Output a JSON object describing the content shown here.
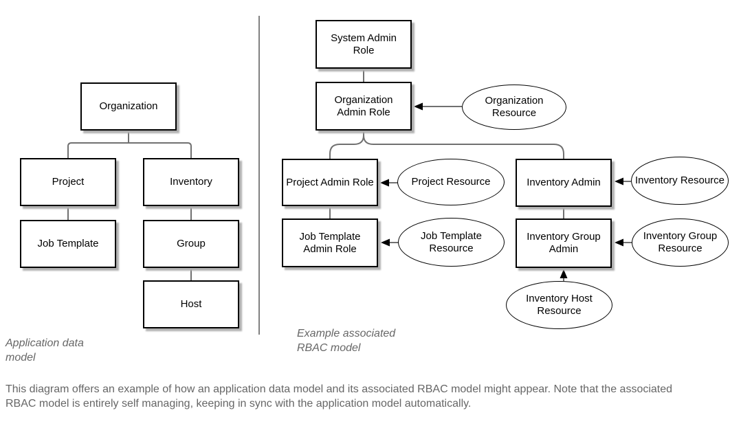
{
  "colors": {
    "box_border": "#000000",
    "box_fill": "#ffffff",
    "box_shadow": "#b0b0b0",
    "connector": "#707070",
    "arrowhead": "#000000",
    "divider": "#808080",
    "caption_text": "#666666",
    "body_text": "#666666",
    "label_text": "#000000"
  },
  "left_diagram": {
    "caption": "Application data\nmodel",
    "nodes": [
      {
        "id": "organization",
        "label": "Organization"
      },
      {
        "id": "project",
        "label": "Project"
      },
      {
        "id": "inventory",
        "label": "Inventory"
      },
      {
        "id": "job-template",
        "label": "Job Template"
      },
      {
        "id": "group",
        "label": "Group"
      },
      {
        "id": "host",
        "label": "Host"
      }
    ]
  },
  "right_diagram": {
    "caption": "Example associated\nRBAC model",
    "role_nodes": [
      {
        "id": "system-admin-role",
        "label": "System Admin\nRole"
      },
      {
        "id": "organization-admin-role",
        "label": "Organization\nAdmin Role"
      },
      {
        "id": "project-admin-role",
        "label": "Project Admin Role"
      },
      {
        "id": "job-template-admin-role",
        "label": "Job Template\nAdmin Role"
      },
      {
        "id": "inventory-admin",
        "label": "Inventory Admin"
      },
      {
        "id": "inventory-group-admin",
        "label": "Inventory Group\nAdmin"
      }
    ],
    "resource_nodes": [
      {
        "id": "organization-resource",
        "label": "Organization\nResource"
      },
      {
        "id": "project-resource",
        "label": "Project Resource"
      },
      {
        "id": "job-template-resource",
        "label": "Job Template\nResource"
      },
      {
        "id": "inventory-resource",
        "label": "Inventory Resource"
      },
      {
        "id": "inventory-group-resource",
        "label": "Inventory Group\nResource"
      },
      {
        "id": "inventory-host-resource",
        "label": "Inventory Host\nResource"
      }
    ]
  },
  "footer": {
    "text": "This diagram offers an example of how an application data model and its associated RBAC model might appear. Note that the associated RBAC model is entirely self managing, keeping in sync with the application model automatically."
  }
}
